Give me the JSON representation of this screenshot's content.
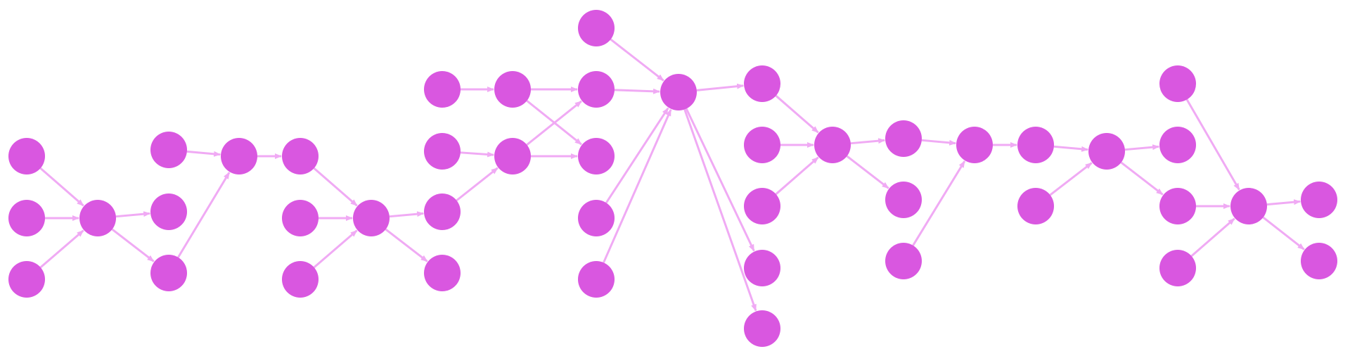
{
  "graph": {
    "node_color": "#d957e0",
    "edge_color": "#f0aaf4",
    "nodes": [
      "n1",
      "n2",
      "n3",
      "n4",
      "n5",
      "n6",
      "n7",
      "n8",
      "n9",
      "n10",
      "n11",
      "n12",
      "n13",
      "n14",
      "n15",
      "n16",
      "n17",
      "n18",
      "n19",
      "n20",
      "n21",
      "n22",
      "n23",
      "n24",
      "n25",
      "n26",
      "n27",
      "n28",
      "n29",
      "n30",
      "n31",
      "n32",
      "n33",
      "n34",
      "n35",
      "n36",
      "n37",
      "n38",
      "n39",
      "n40",
      "n41",
      "n42",
      "n43",
      "n44",
      "n45",
      "n46",
      "n47",
      "n48",
      "n49",
      "n50",
      "n51",
      "n52",
      "n53"
    ],
    "edges": [
      [
        "n1",
        "n4"
      ],
      [
        "n2",
        "n4"
      ],
      [
        "n3",
        "n4"
      ],
      [
        "n4",
        "n6"
      ],
      [
        "n4",
        "n7"
      ],
      [
        "n5",
        "n8"
      ],
      [
        "n7",
        "n8"
      ],
      [
        "n8",
        "n9"
      ],
      [
        "n9",
        "n12"
      ],
      [
        "n10",
        "n12"
      ],
      [
        "n11",
        "n12"
      ],
      [
        "n12",
        "n13"
      ],
      [
        "n12",
        "n14"
      ],
      [
        "n13",
        "n17"
      ],
      [
        "n15",
        "n18"
      ],
      [
        "n16",
        "n17"
      ],
      [
        "n18",
        "n21"
      ],
      [
        "n18",
        "n22"
      ],
      [
        "n17",
        "n21"
      ],
      [
        "n17",
        "n22"
      ],
      [
        "n19",
        "n25"
      ],
      [
        "n21",
        "n25"
      ],
      [
        "n23",
        "n25"
      ],
      [
        "n24",
        "n25"
      ],
      [
        "n25",
        "n26"
      ],
      [
        "n25",
        "n29"
      ],
      [
        "n25",
        "n30"
      ],
      [
        "n26",
        "n31"
      ],
      [
        "n27",
        "n31"
      ],
      [
        "n28",
        "n31"
      ],
      [
        "n31",
        "n32"
      ],
      [
        "n31",
        "n33"
      ],
      [
        "n32",
        "n35"
      ],
      [
        "n34",
        "n35"
      ],
      [
        "n35",
        "n36"
      ],
      [
        "n36",
        "n38"
      ],
      [
        "n37",
        "n38"
      ],
      [
        "n38",
        "n40"
      ],
      [
        "n38",
        "n42"
      ],
      [
        "n39",
        "n45"
      ],
      [
        "n42",
        "n45"
      ],
      [
        "n44",
        "n45"
      ],
      [
        "n45",
        "n46"
      ],
      [
        "n45",
        "n47"
      ]
    ]
  }
}
